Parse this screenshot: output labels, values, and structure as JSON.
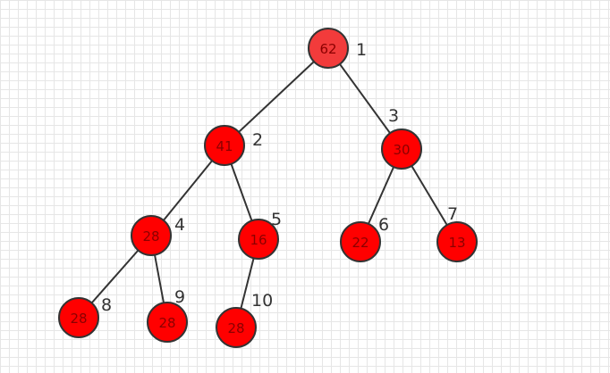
{
  "colors": {
    "node_fill": "#ff0000",
    "root_fill": "#f23b3b",
    "node_stroke": "#333333",
    "value_text": "#8b0000",
    "index_text": "#333333",
    "edge": "#333333"
  },
  "tree": {
    "nodes": [
      {
        "index": "1",
        "value": "62"
      },
      {
        "index": "2",
        "value": "41"
      },
      {
        "index": "3",
        "value": "30"
      },
      {
        "index": "4",
        "value": "28"
      },
      {
        "index": "5",
        "value": "16"
      },
      {
        "index": "6",
        "value": "22"
      },
      {
        "index": "7",
        "value": "13"
      },
      {
        "index": "8",
        "value": "28"
      },
      {
        "index": "9",
        "value": "28"
      },
      {
        "index": "10",
        "value": "28"
      }
    ],
    "edges": [
      [
        "1",
        "2"
      ],
      [
        "1",
        "3"
      ],
      [
        "2",
        "4"
      ],
      [
        "2",
        "5"
      ],
      [
        "3",
        "6"
      ],
      [
        "3",
        "7"
      ],
      [
        "4",
        "8"
      ],
      [
        "4",
        "9"
      ],
      [
        "5",
        "10"
      ]
    ]
  }
}
